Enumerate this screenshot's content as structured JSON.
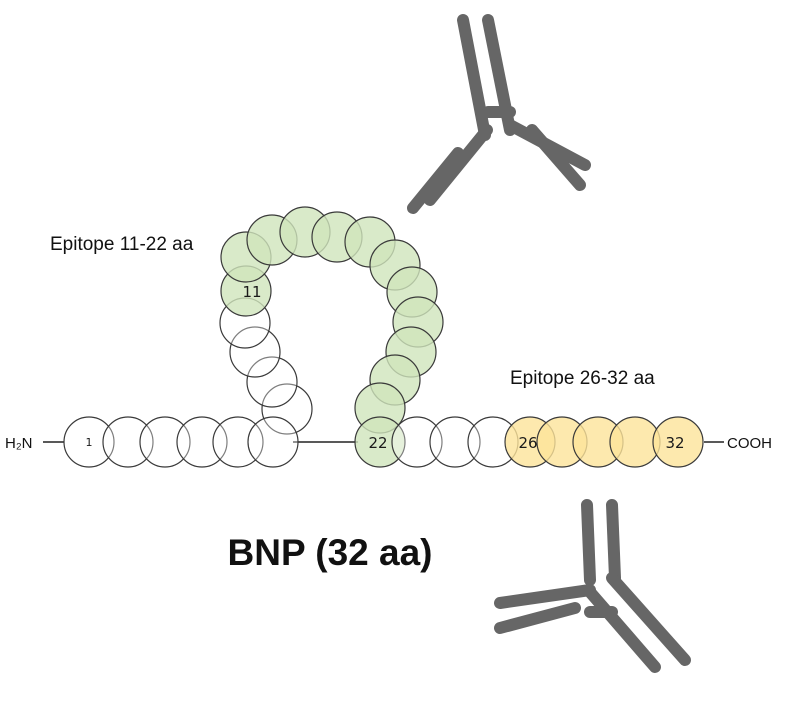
{
  "title": "BNP (32 aa)",
  "epitope_a_label": "Epitope 11-22 aa",
  "epitope_b_label": "Epitope 26-32 aa",
  "n_terminus": "H₂N",
  "c_terminus": "COOH",
  "residue_labels": {
    "r1": "1",
    "r11": "11",
    "r22": "22",
    "r26": "26",
    "r32": "32"
  },
  "colors": {
    "epitope_a_fill": "#d5e8c4",
    "epitope_b_fill": "#fde8a8",
    "bead_fill": "#ffffff",
    "antibody": "#666666"
  },
  "icons": {
    "antibody_top": "antibody-icon",
    "antibody_bottom": "antibody-icon"
  }
}
